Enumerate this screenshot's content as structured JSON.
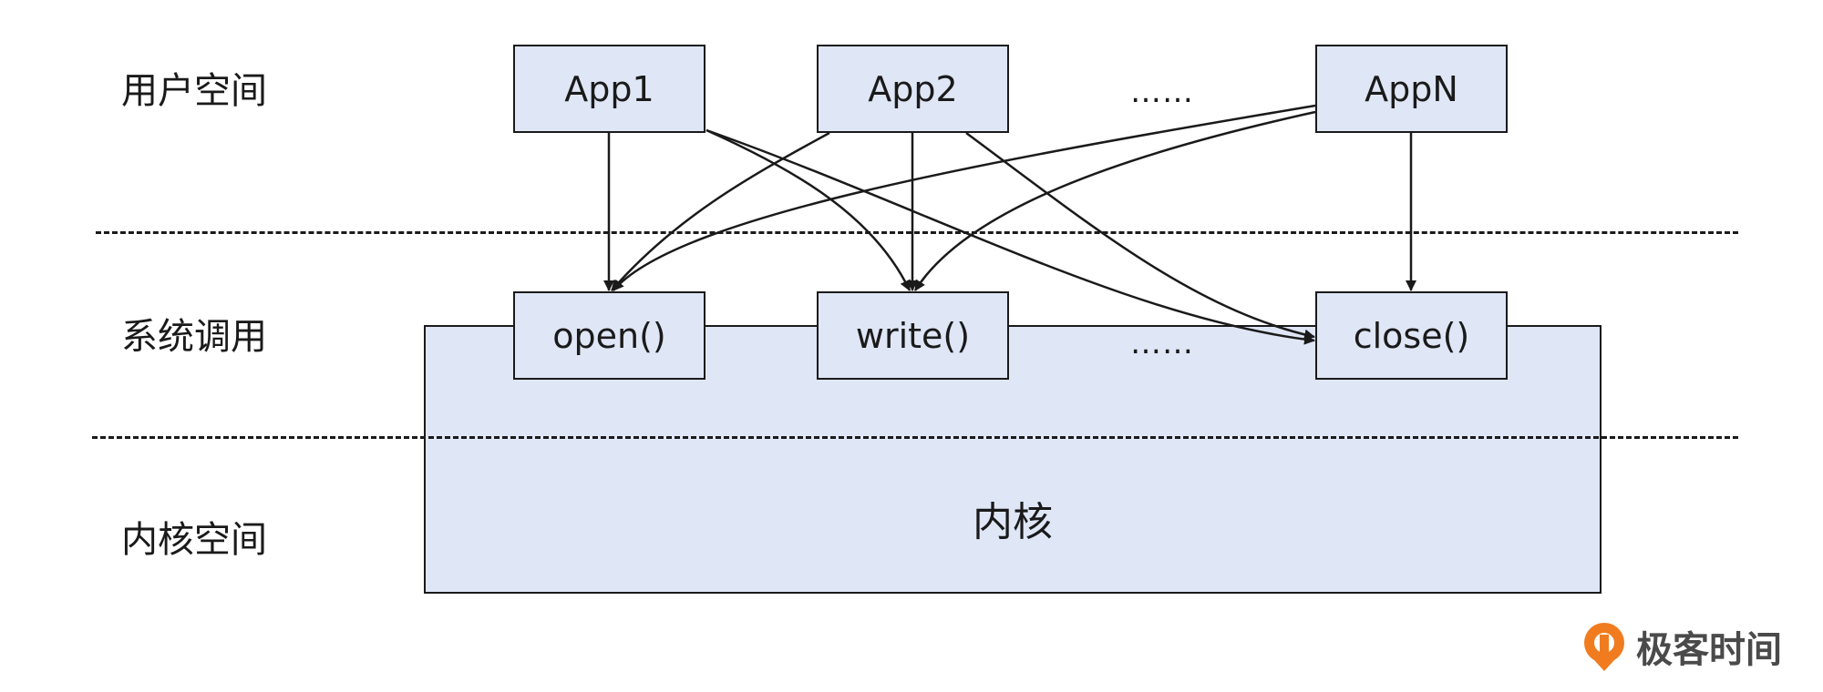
{
  "layers": {
    "user_space": "用户空间",
    "system_call": "系统调用",
    "kernel_space": "内核空间"
  },
  "apps": {
    "app1": "App1",
    "app2": "App2",
    "ellipsis": "……",
    "appn": "AppN"
  },
  "syscalls": {
    "open": "open()",
    "write": "write()",
    "ellipsis": "……",
    "close": "close()"
  },
  "kernel": {
    "label": "内核"
  },
  "watermark": {
    "text": "极客时间",
    "icon": "geektime-logo-icon"
  },
  "colors": {
    "box_fill": "#dfe6f6",
    "stroke": "#1a1a1a",
    "logo_orange": "#f07c1f"
  }
}
